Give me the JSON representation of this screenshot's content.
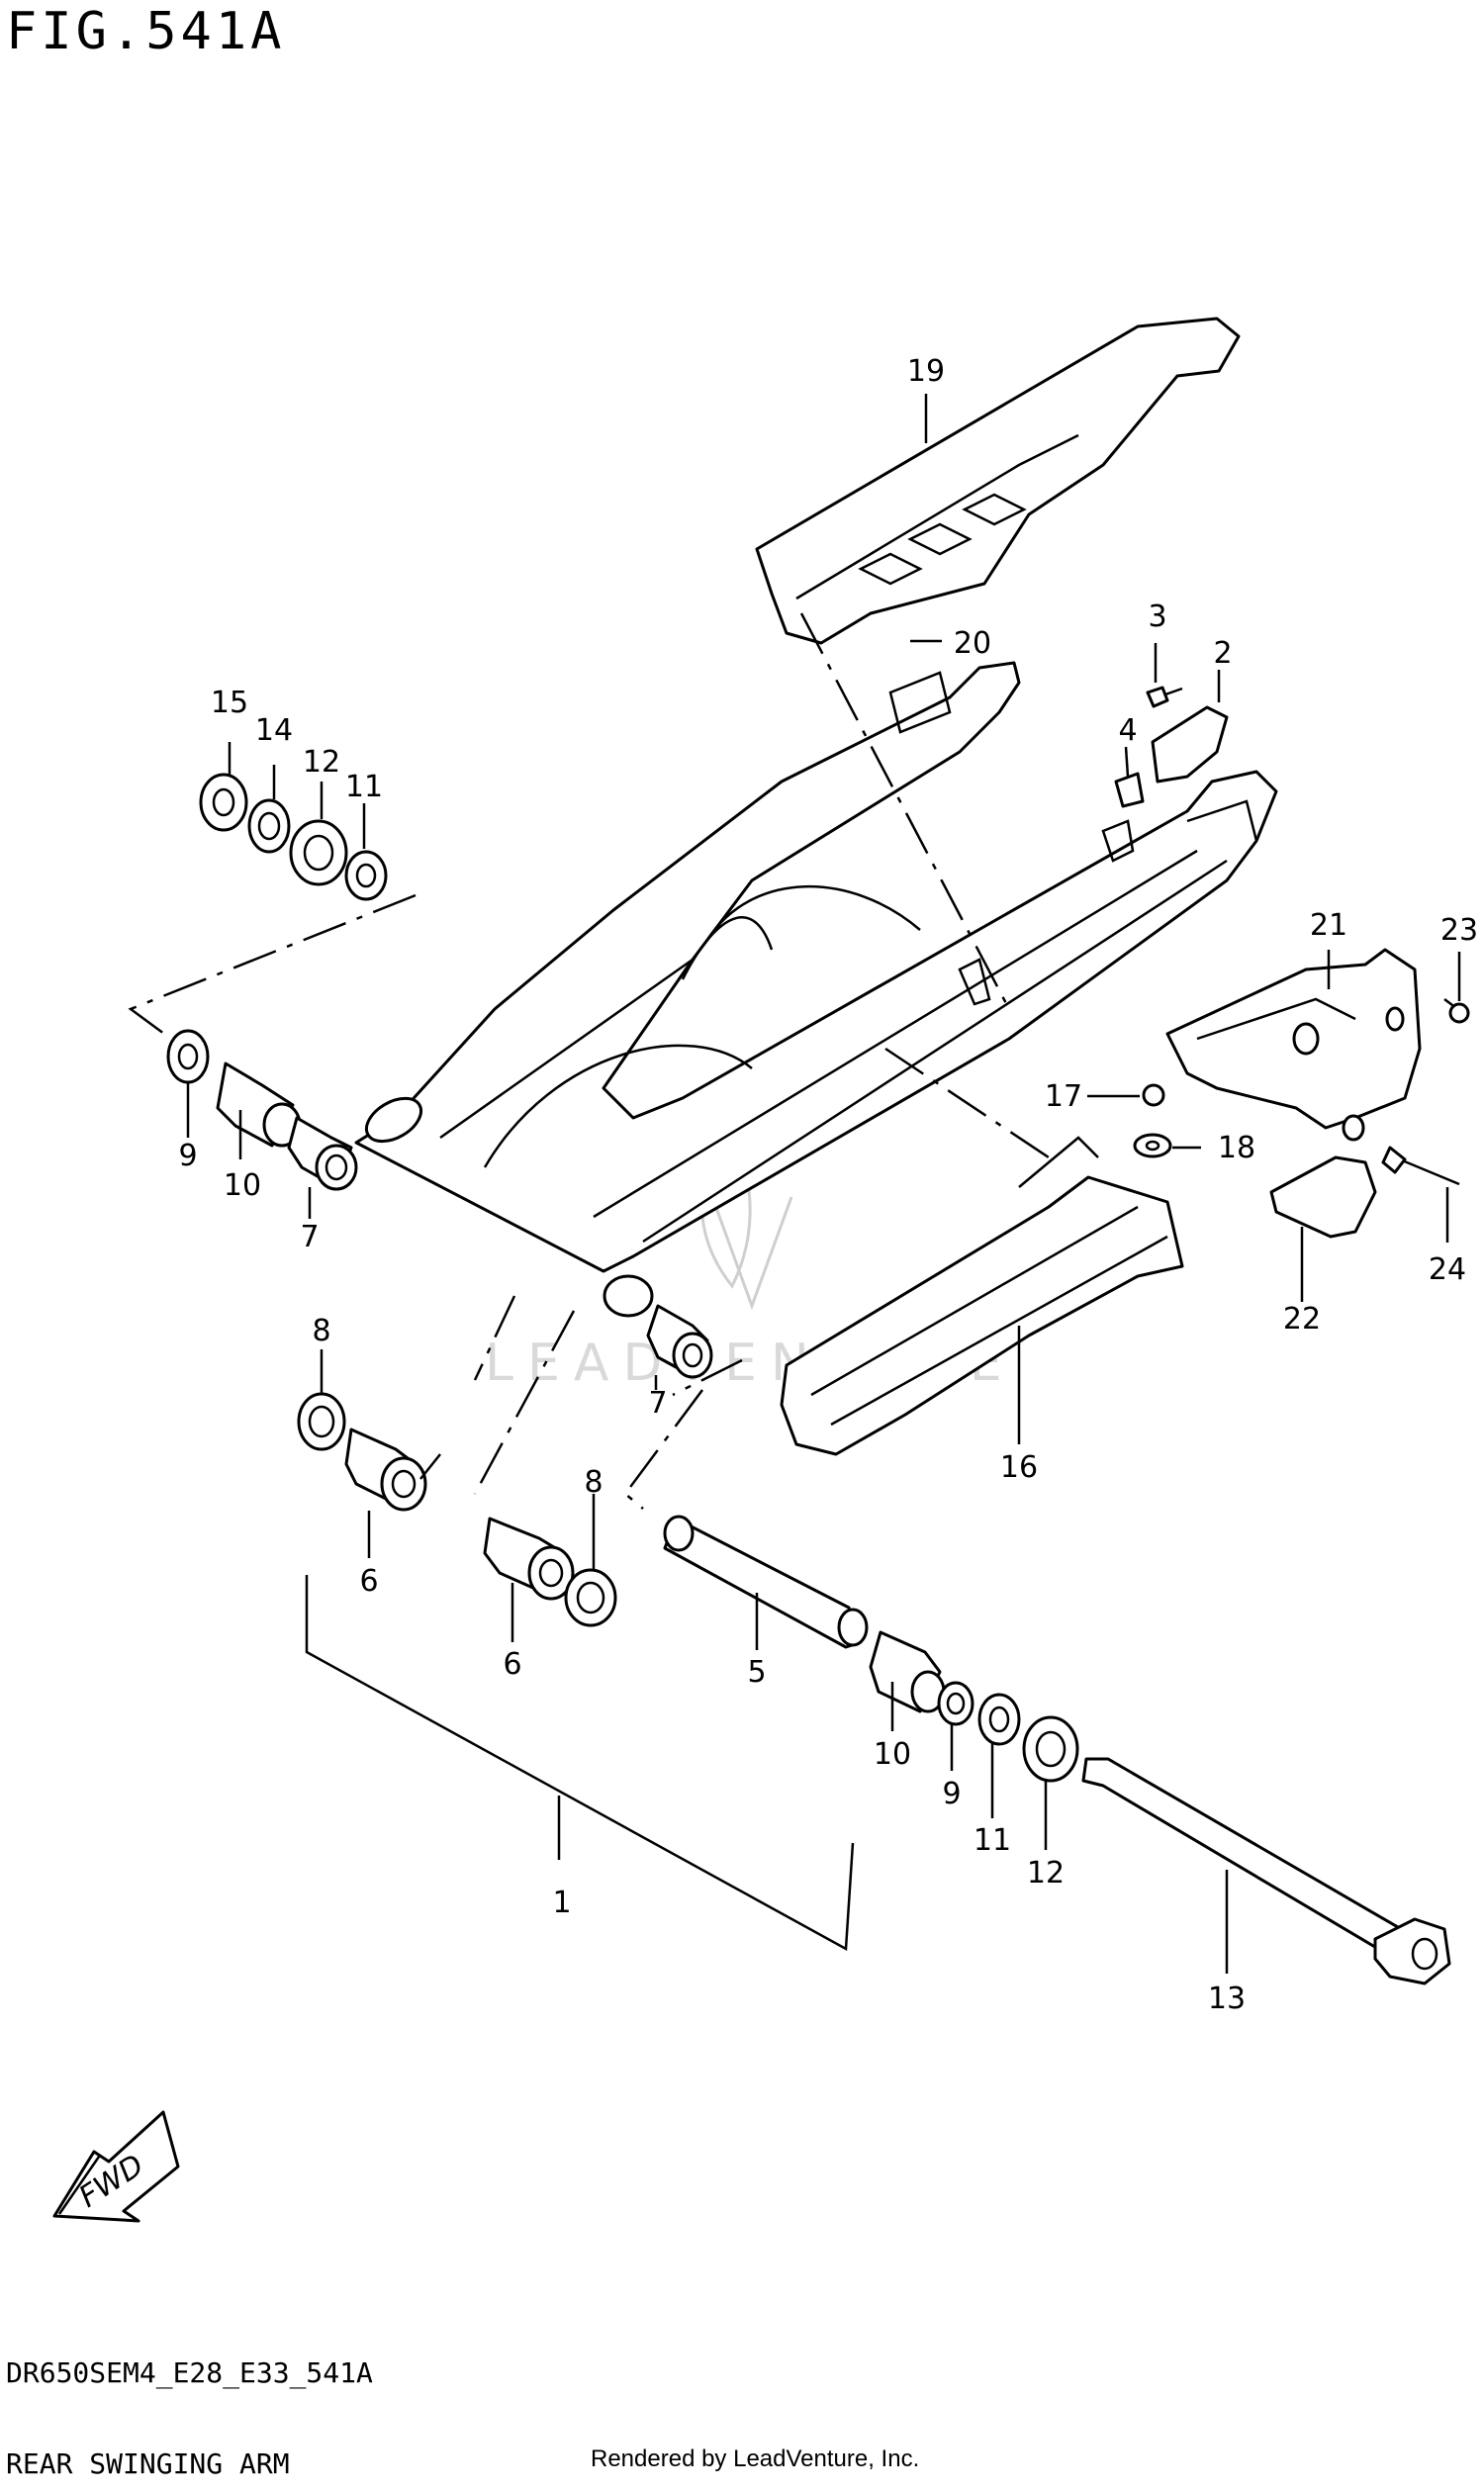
{
  "figure": {
    "title": "FIG.541A",
    "code": "DR650SEM4_E28_E33_541A",
    "name": "REAR SWINGING ARM",
    "rendered_by": "Rendered by LeadVenture, Inc.",
    "watermark": "LEADVENTURE",
    "direction_label": "FWD"
  },
  "callouts": [
    "19",
    "20",
    "3",
    "2",
    "4",
    "15",
    "14",
    "12",
    "11",
    "21",
    "23",
    "17",
    "18",
    "9",
    "10",
    "7",
    "24",
    "22",
    "8",
    "7",
    "16",
    "8",
    "6",
    "6",
    "5",
    "10",
    "9",
    "11",
    "12",
    "1",
    "13"
  ]
}
